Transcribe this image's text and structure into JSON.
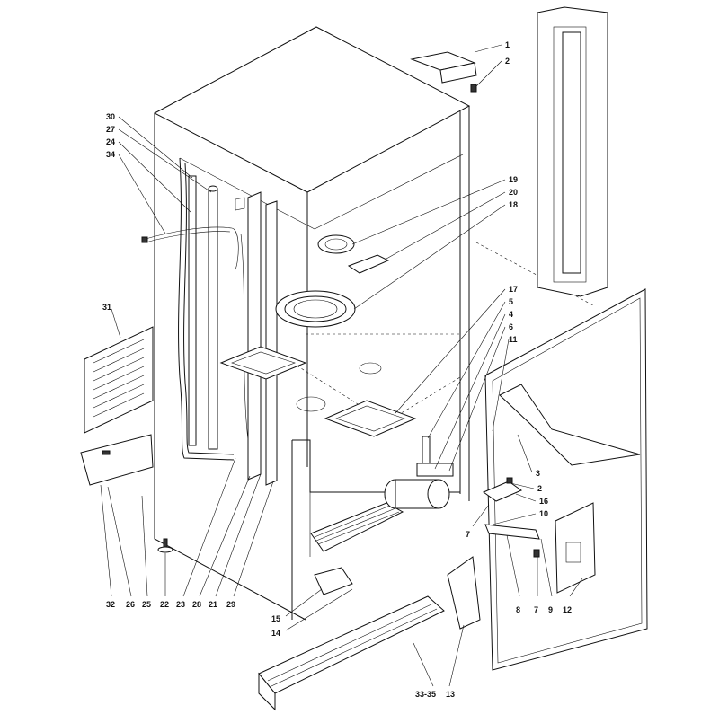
{
  "diagram": {
    "callouts": [
      {
        "id": "c1",
        "label": "1"
      },
      {
        "id": "c2a",
        "label": "2"
      },
      {
        "id": "c30",
        "label": "30"
      },
      {
        "id": "c27",
        "label": "27"
      },
      {
        "id": "c24",
        "label": "24"
      },
      {
        "id": "c34",
        "label": "34"
      },
      {
        "id": "c19",
        "label": "19"
      },
      {
        "id": "c20",
        "label": "20"
      },
      {
        "id": "c18",
        "label": "18"
      },
      {
        "id": "c31",
        "label": "31"
      },
      {
        "id": "c17",
        "label": "17"
      },
      {
        "id": "c5",
        "label": "5"
      },
      {
        "id": "c4",
        "label": "4"
      },
      {
        "id": "c6",
        "label": "6"
      },
      {
        "id": "c11",
        "label": "11"
      },
      {
        "id": "c3",
        "label": "3"
      },
      {
        "id": "c2b",
        "label": "2"
      },
      {
        "id": "c16",
        "label": "16"
      },
      {
        "id": "c10",
        "label": "10"
      },
      {
        "id": "c7a",
        "label": "7"
      },
      {
        "id": "c32",
        "label": "32"
      },
      {
        "id": "c26",
        "label": "26"
      },
      {
        "id": "c25",
        "label": "25"
      },
      {
        "id": "c22",
        "label": "22"
      },
      {
        "id": "c23",
        "label": "23"
      },
      {
        "id": "c28",
        "label": "28"
      },
      {
        "id": "c21",
        "label": "21"
      },
      {
        "id": "c29",
        "label": "29"
      },
      {
        "id": "c8",
        "label": "8"
      },
      {
        "id": "c7b",
        "label": "7"
      },
      {
        "id": "c9",
        "label": "9"
      },
      {
        "id": "c12",
        "label": "12"
      },
      {
        "id": "c15",
        "label": "15"
      },
      {
        "id": "c14",
        "label": "14"
      },
      {
        "id": "c3335",
        "label": "33-35"
      },
      {
        "id": "c13",
        "label": "13"
      }
    ]
  }
}
